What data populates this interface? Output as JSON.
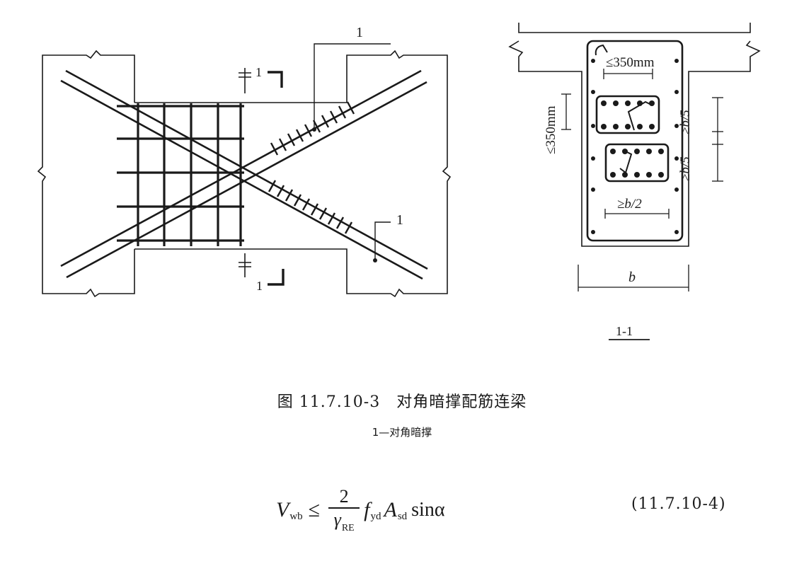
{
  "figure": {
    "elevation_section_marks": [
      "1",
      "1",
      "1",
      "1"
    ],
    "section": {
      "dim_top": "≤350mm",
      "dim_left": "≤350mm",
      "dim_right_a": "≥b/5",
      "dim_right_b": "≥b/5",
      "dim_inner": "≥b/2",
      "dim_width": "b",
      "title": "1-1"
    }
  },
  "caption": {
    "title": "图 11.7.10-3　对角暗撑配筋连梁",
    "legend": "1—对角暗撑"
  },
  "formula": {
    "lhs": "V",
    "lhs_sub": "wb",
    "relation": "≤",
    "frac_num": "2",
    "frac_den": "γ",
    "frac_den_sub": "RE",
    "f": "f",
    "f_sub": "yd",
    "A": "A",
    "A_sub": "sd",
    "trig": "sinα",
    "number": "(11.7.10-4)"
  },
  "colors": {
    "ink": "#1a1a1a",
    "paper": "#ffffff"
  }
}
